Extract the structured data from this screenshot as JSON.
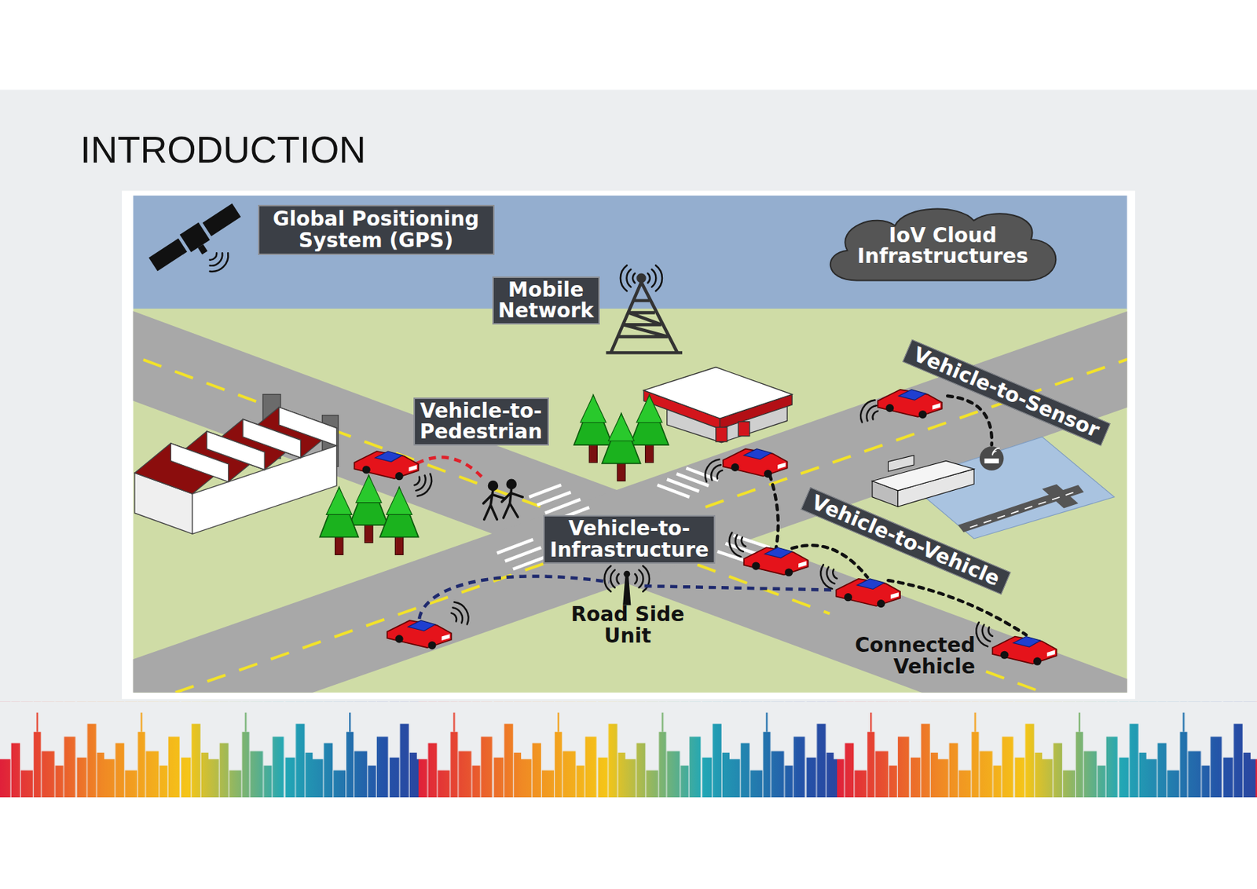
{
  "diagram": {
    "title": "INTRODUCTION",
    "nodes": [
      {
        "text": [
          "Global Positioning System (GPS)"
        ]
      },
      {
        "text": [
          "IoV Cloud Infrastructures"
        ]
      },
      {
        "text": [
          "Mobile Network"
        ]
      },
      {
        "text": [
          "Vehicle-to-Sensor"
        ]
      },
      {
        "text": [
          "Vehicle-to-Pedestrian"
        ]
      },
      {
        "text": [
          "Vehicle-to-Infrastructure"
        ]
      },
      {
        "text": [
          "Vehicle-to-Vehicle"
        ]
      }
    ],
    "labels": [
      "Road Side Unit",
      "Connected Vehicle"
    ]
  }
}
